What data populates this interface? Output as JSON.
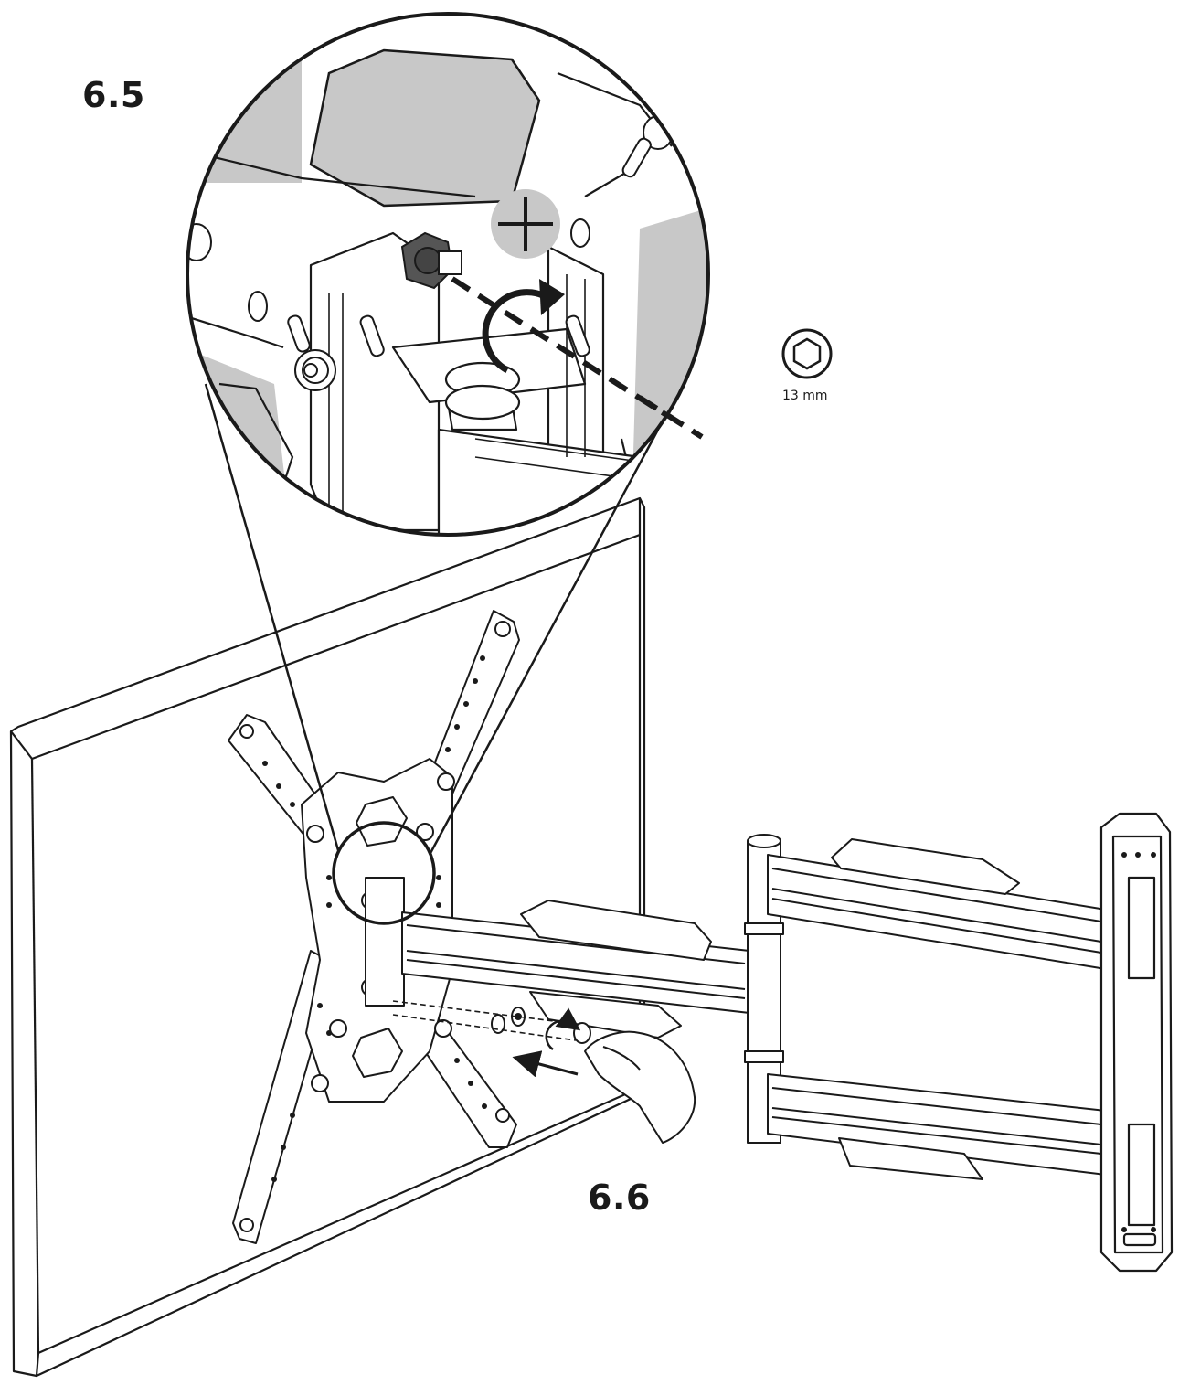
{
  "steps": {
    "first": "6.5",
    "second": "6.6"
  },
  "tool": {
    "icon": "hex-socket-icon",
    "size_label": "13 mm"
  },
  "icons": {
    "tighten": "plus-icon",
    "rotation": "clockwise-arrow-icon",
    "direction": "left-arrow-icon"
  },
  "colors": {
    "line": "#1a1a1a",
    "shade": "#c8c8c8",
    "background": "#ffffff"
  }
}
